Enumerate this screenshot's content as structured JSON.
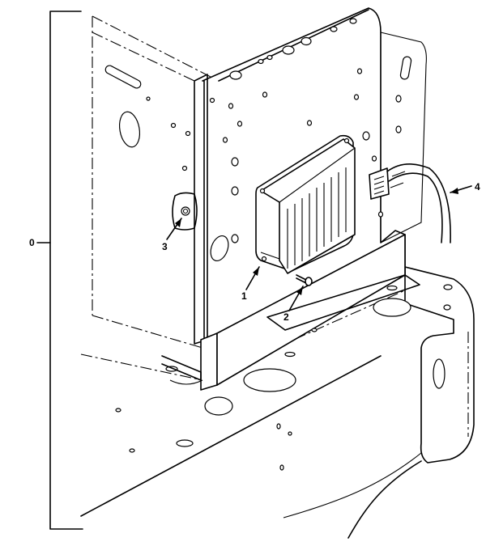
{
  "callouts": {
    "assembly": "0",
    "module": "1",
    "screw": "2",
    "grommet": "3",
    "harness": "4"
  }
}
